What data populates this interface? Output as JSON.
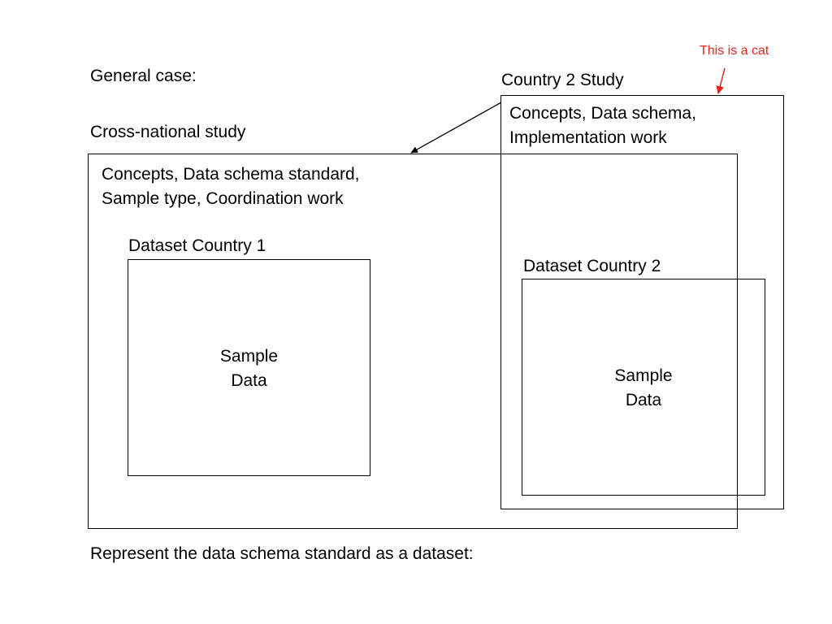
{
  "general_case": "General case:",
  "cross_national": {
    "title": "Cross-national study",
    "content_line1": "Concepts, Data schema standard,",
    "content_line2": "Sample type, Coordination work"
  },
  "dataset_country1": {
    "title": "Dataset Country 1",
    "sample_line1": "Sample",
    "sample_line2": "Data"
  },
  "country2_study": {
    "title": "Country 2 Study",
    "content_line1": "Concepts, Data schema,",
    "content_line2": "Implementation work"
  },
  "dataset_country2": {
    "title": "Dataset Country 2",
    "sample_line1": "Sample",
    "sample_line2": "Data"
  },
  "annotation": {
    "text": "This is a cat",
    "color": "#e8261c"
  },
  "footer": "Represent the data schema standard as a dataset:"
}
